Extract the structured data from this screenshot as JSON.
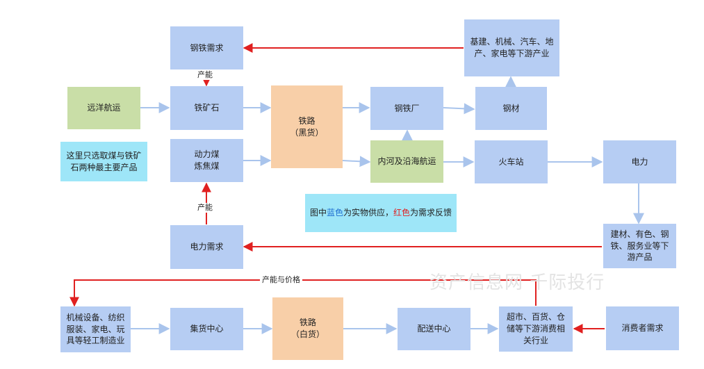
{
  "nodes": {
    "steel_demand": "钢铁需求",
    "downstream_industry": "基建、机械、汽车、地\n产、家电等下游产业",
    "ocean_shipping": "远洋航运",
    "iron_ore": "铁矿石",
    "railway_black": "铁路\n（黑货）",
    "steel_mill": "钢铁厂",
    "steel_products": "钢材",
    "coal": "动力煤\n炼焦煤",
    "inland_shipping": "内河及沿海航运",
    "train_station": "火车站",
    "electric_power": "电力",
    "note": "这里只选取煤与铁矿\n石两种最主要产品",
    "power_demand": "电力需求",
    "building_materials": "建材、有色、钢\n铁、服务业等下\n游产品",
    "light_industry": "机械设备、纺织\n服装、家电、玩\n具等轻工制造业",
    "consolidation_center": "集货中心",
    "railway_white": "铁路\n（白货）",
    "distribution_center": "配送中心",
    "retail": "超市、百货、仓\n储等下游消费相\n关行业",
    "consumer_demand": "消费者需求"
  },
  "legend": {
    "prefix": "图中",
    "blue_word": "蓝色",
    "middle": "为实物供应，",
    "red_word": "红色",
    "suffix": "为需求反馈"
  },
  "labels": {
    "capacity_top": "产能",
    "capacity_mid": "产能",
    "capacity_price": "产能与价格"
  },
  "watermark": "资产信息网 千际投行",
  "colors": {
    "supply_arrow": "#a9c4ec",
    "demand_arrow": "#e02020"
  }
}
